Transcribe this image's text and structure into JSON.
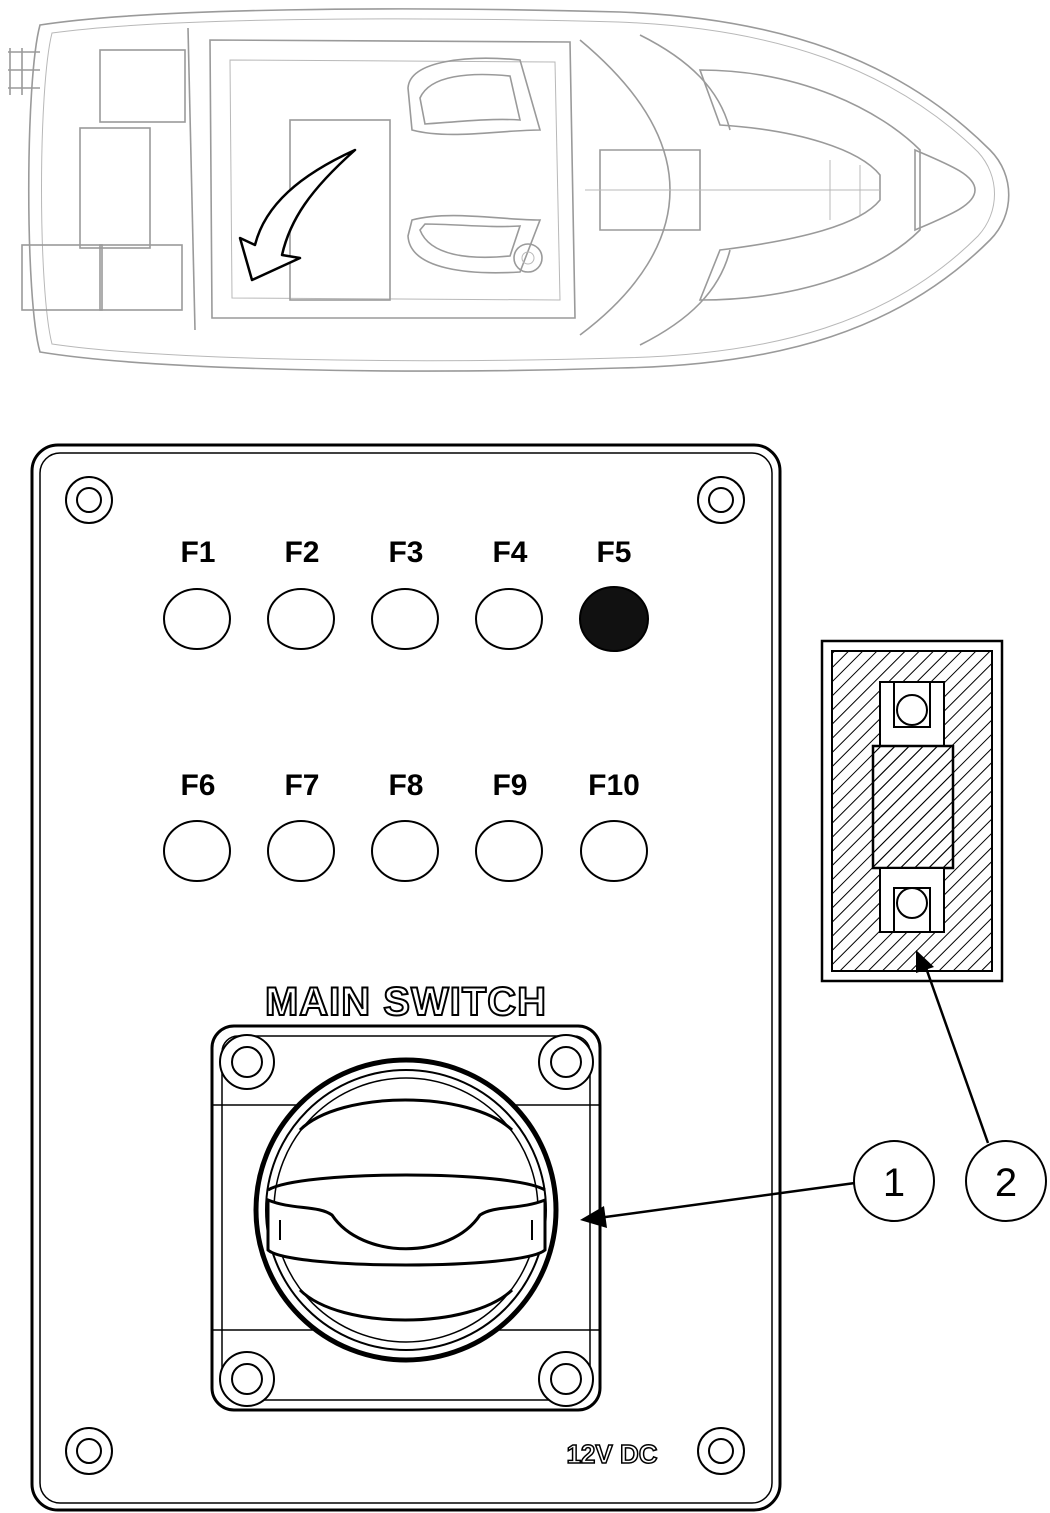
{
  "fuse_labels": [
    "F1",
    "F2",
    "F3",
    "F4",
    "F5",
    "F6",
    "F7",
    "F8",
    "F9",
    "F10"
  ],
  "active_fuse": "F5",
  "main_switch_label": "MAIN SWITCH",
  "voltage_label": "12V DC",
  "callouts": [
    "1",
    "2"
  ],
  "colors": {
    "line": "#000000",
    "boat_outline": "#9a9a9a",
    "indicator_filled": "#111111"
  }
}
